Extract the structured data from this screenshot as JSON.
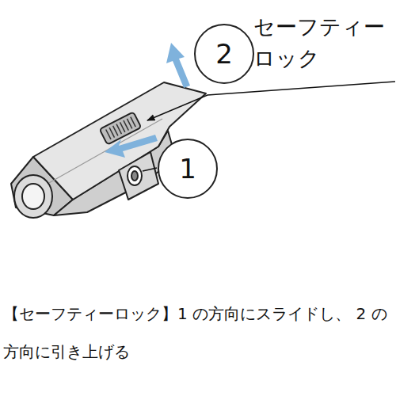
{
  "diagram": {
    "caption": "【セーフティーロック】1 の方向にスライドし、 2 の方向に引き上げる",
    "nodes": [
      {
        "text": [
          "2",
          "セーフティー ロック"
        ]
      },
      {
        "text": [
          "1"
        ]
      }
    ]
  }
}
